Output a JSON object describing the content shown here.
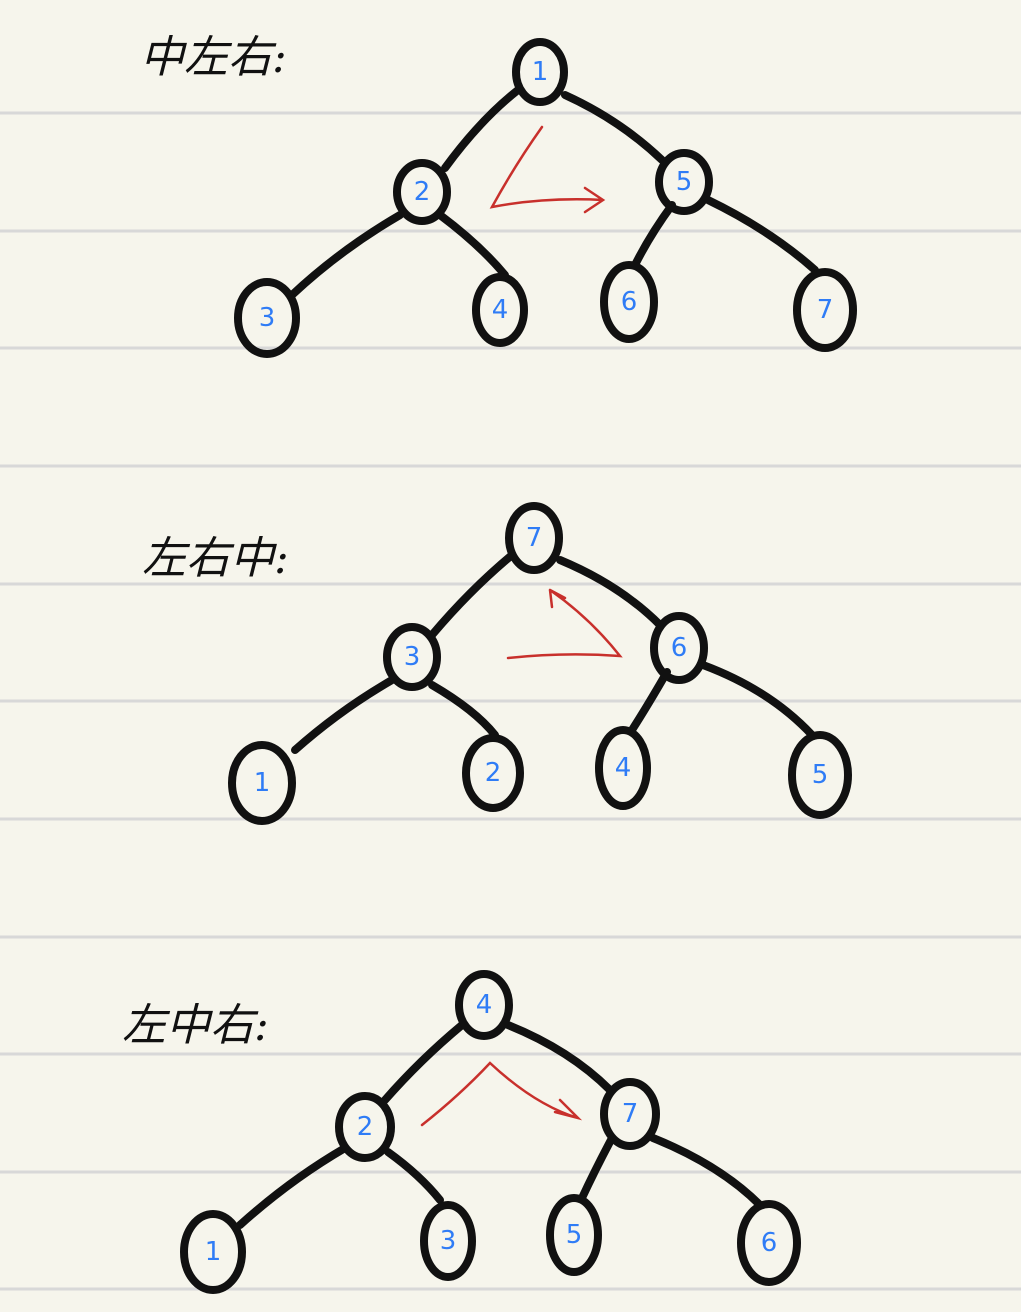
{
  "colors": {
    "background": "#f6f5ec",
    "ruled_line": "#d8d8d8",
    "edge": "#111111",
    "node_outline": "#111111",
    "node_label": "#2f7cf6",
    "arrow": "#c8302c"
  },
  "diagrams": [
    {
      "id": "preorder",
      "title": "中左右:",
      "nodes": [
        {
          "id": "a",
          "label": "1"
        },
        {
          "id": "b",
          "label": "2"
        },
        {
          "id": "c",
          "label": "5"
        },
        {
          "id": "d",
          "label": "3"
        },
        {
          "id": "e",
          "label": "4"
        },
        {
          "id": "f",
          "label": "6"
        },
        {
          "id": "g",
          "label": "7"
        }
      ]
    },
    {
      "id": "postorder",
      "title": "左右中:",
      "nodes": [
        {
          "id": "a",
          "label": "7"
        },
        {
          "id": "b",
          "label": "3"
        },
        {
          "id": "c",
          "label": "6"
        },
        {
          "id": "d",
          "label": "1"
        },
        {
          "id": "e",
          "label": "2"
        },
        {
          "id": "f",
          "label": "4"
        },
        {
          "id": "g",
          "label": "5"
        }
      ]
    },
    {
      "id": "inorder",
      "title": "左中右:",
      "nodes": [
        {
          "id": "a",
          "label": "4"
        },
        {
          "id": "b",
          "label": "2"
        },
        {
          "id": "c",
          "label": "7"
        },
        {
          "id": "d",
          "label": "1"
        },
        {
          "id": "e",
          "label": "3"
        },
        {
          "id": "f",
          "label": "5"
        },
        {
          "id": "g",
          "label": "6"
        }
      ]
    }
  ]
}
